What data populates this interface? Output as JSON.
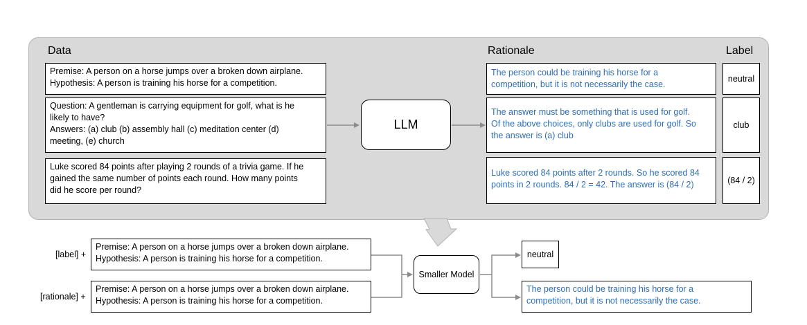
{
  "headers": {
    "data": "Data",
    "rationale": "Rationale",
    "label": "Label"
  },
  "examples": [
    {
      "input_lines": [
        "Premise: A person on a horse jumps over a broken down airplane.",
        "Hypothesis: A person is training his horse for a competition."
      ],
      "rationale_lines": [
        "The person could be training his horse for a",
        "competition, but it is not necessarily the case."
      ],
      "label": "neutral"
    },
    {
      "input_lines": [
        "Question: A gentleman is carrying equipment for golf, what is he",
        "likely to have?",
        "Answers: (a) club (b) assembly hall (c) meditation center (d)",
        "meeting, (e) church"
      ],
      "rationale_lines": [
        "The answer must be something that is used for golf.",
        "Of the above choices, only clubs are used for golf. So",
        "the answer is (a) club"
      ],
      "label": "club"
    },
    {
      "input_lines": [
        "Luke scored 84 points after playing 2 rounds of a trivia game. If he",
        "gained the same number of points each round. How many points",
        "did he score per round?"
      ],
      "rationale_lines": [
        "Luke scored 84 points after 2 rounds. So he scored 84",
        "points in 2 rounds. 84 / 2 = 42. The answer is (84 / 2)"
      ],
      "label": "(84 / 2)"
    }
  ],
  "llm": {
    "label": "LLM"
  },
  "training": {
    "label_tag": "[label] +",
    "rationale_tag": "[rationale] +",
    "input_lines": [
      "Premise: A person on a horse jumps over a broken down airplane.",
      "Hypothesis: A person is training his horse for a competition."
    ],
    "model_label": "Smaller Model",
    "output_label": "neutral",
    "output_rationale_lines": [
      "The person could be training his horse for a",
      "competition, but it is not necessarily the case."
    ]
  },
  "colors": {
    "rationale_text": "#2e6eb5",
    "panel": "#d9d9d9",
    "arrow": "#8c8c8c"
  }
}
